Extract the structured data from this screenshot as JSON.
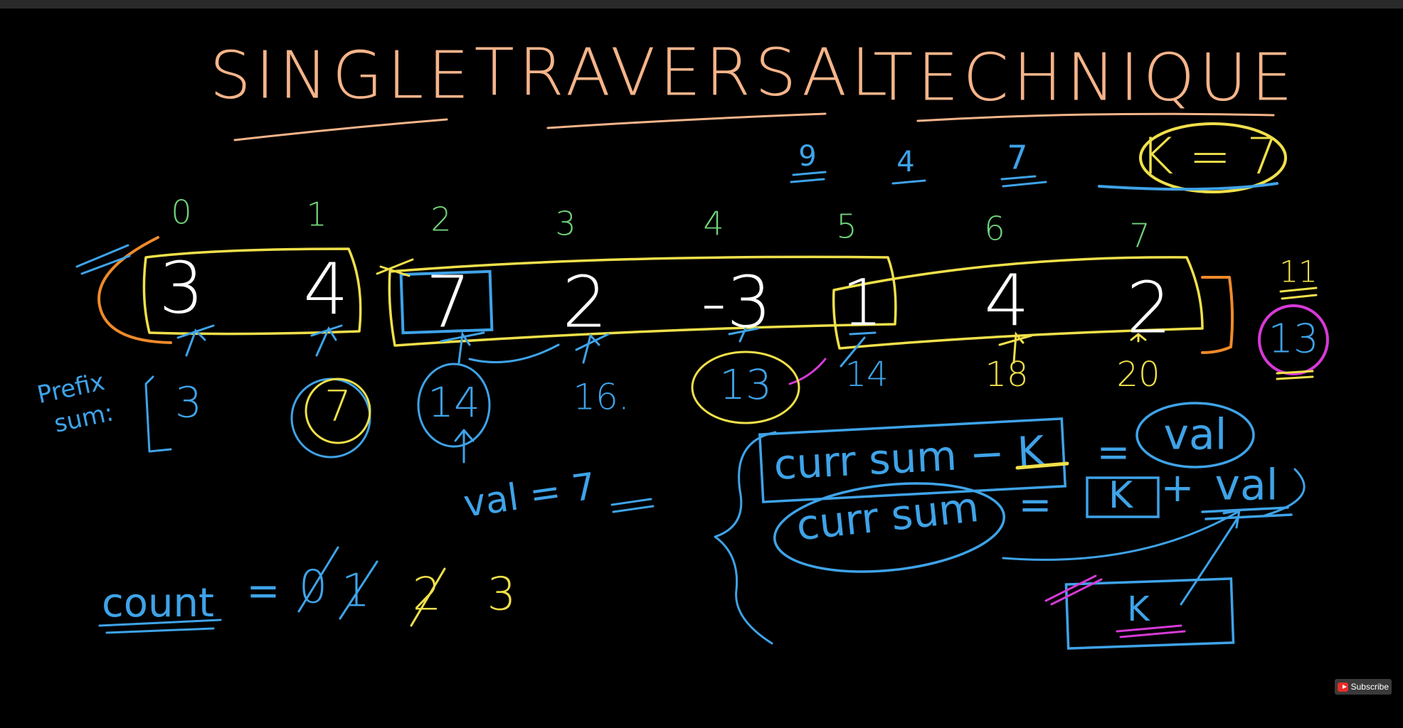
{
  "title": {
    "words": [
      "SINGLE",
      "TRAVERSAL",
      "TECHNIQUE"
    ]
  },
  "target": {
    "label": "K = 7",
    "trail_numbers": [
      "9",
      "4",
      "7"
    ]
  },
  "array": {
    "indices": [
      "0",
      "1",
      "2",
      "3",
      "4",
      "5",
      "6",
      "7"
    ],
    "values": [
      "3",
      "4",
      "7",
      "2",
      "-3",
      "1",
      "4",
      "2"
    ]
  },
  "prefix": {
    "label_line1": "Prefix",
    "label_line2": "sum:",
    "values": [
      "3",
      "7",
      "14",
      "16.",
      "13",
      "14",
      "18",
      "20"
    ]
  },
  "side_notes": {
    "right_top": "11",
    "right_circled": "13"
  },
  "notes": {
    "val_eq": "val = 7",
    "count_label": "count",
    "count_eq": "=",
    "count_values": [
      "0",
      "1",
      "2",
      "3"
    ],
    "formula1_left": "curr sum − K",
    "formula1_eq": "=",
    "formula1_right": "val",
    "formula2_left": "curr sum",
    "formula2_eq": "=",
    "formula2_k": "K",
    "formula2_plus": "+",
    "formula2_right": "val",
    "box_k": "K"
  },
  "colors": {
    "peach": "#f5b48a",
    "yellow": "#f0e04a",
    "blue": "#3fa3e8",
    "green": "#6fd37a",
    "white": "#ffffff",
    "orange": "#f08a2a",
    "magenta": "#d63ad6"
  },
  "subscribe": {
    "label": "Subscribe",
    "icon": "youtube-icon"
  }
}
